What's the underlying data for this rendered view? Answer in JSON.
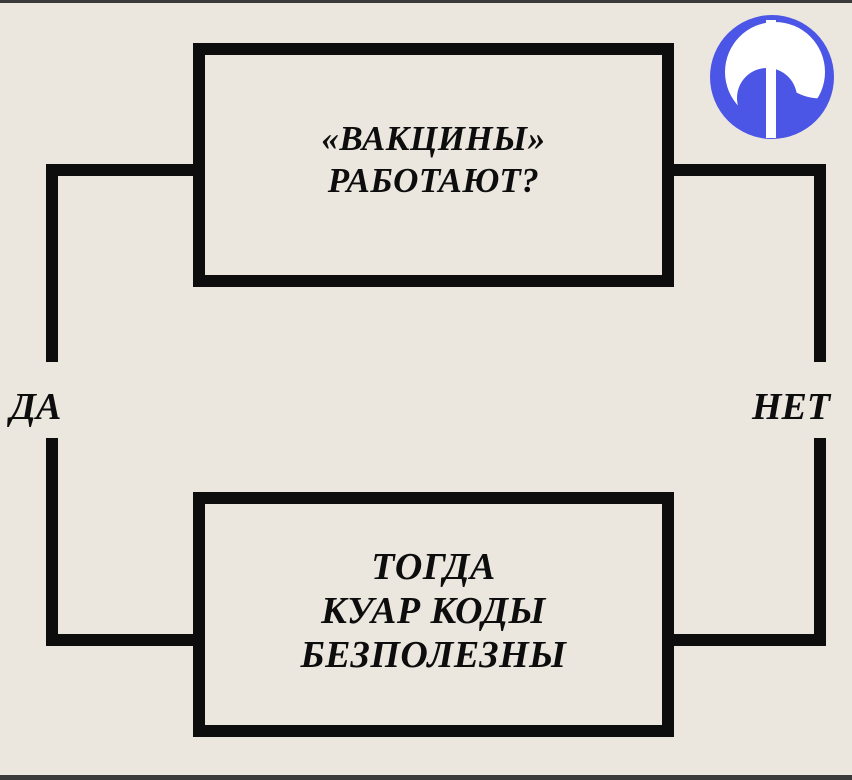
{
  "top_box": {
    "lines": [
      "«ВАКЦИНЫ»",
      "РАБОТАЮТ?"
    ]
  },
  "bottom_box": {
    "lines": [
      "ТОГДА",
      "КУАР КОДЫ",
      "БЕЗПОЛЕЗНЫ"
    ]
  },
  "labels": {
    "yes": "ДА",
    "no": "НЕТ"
  },
  "colors": {
    "background": "#ebe6de",
    "lines": "#0d0d0d",
    "logo_blue": "#4b55e6"
  },
  "logo_icon": "circle-logo-icon"
}
